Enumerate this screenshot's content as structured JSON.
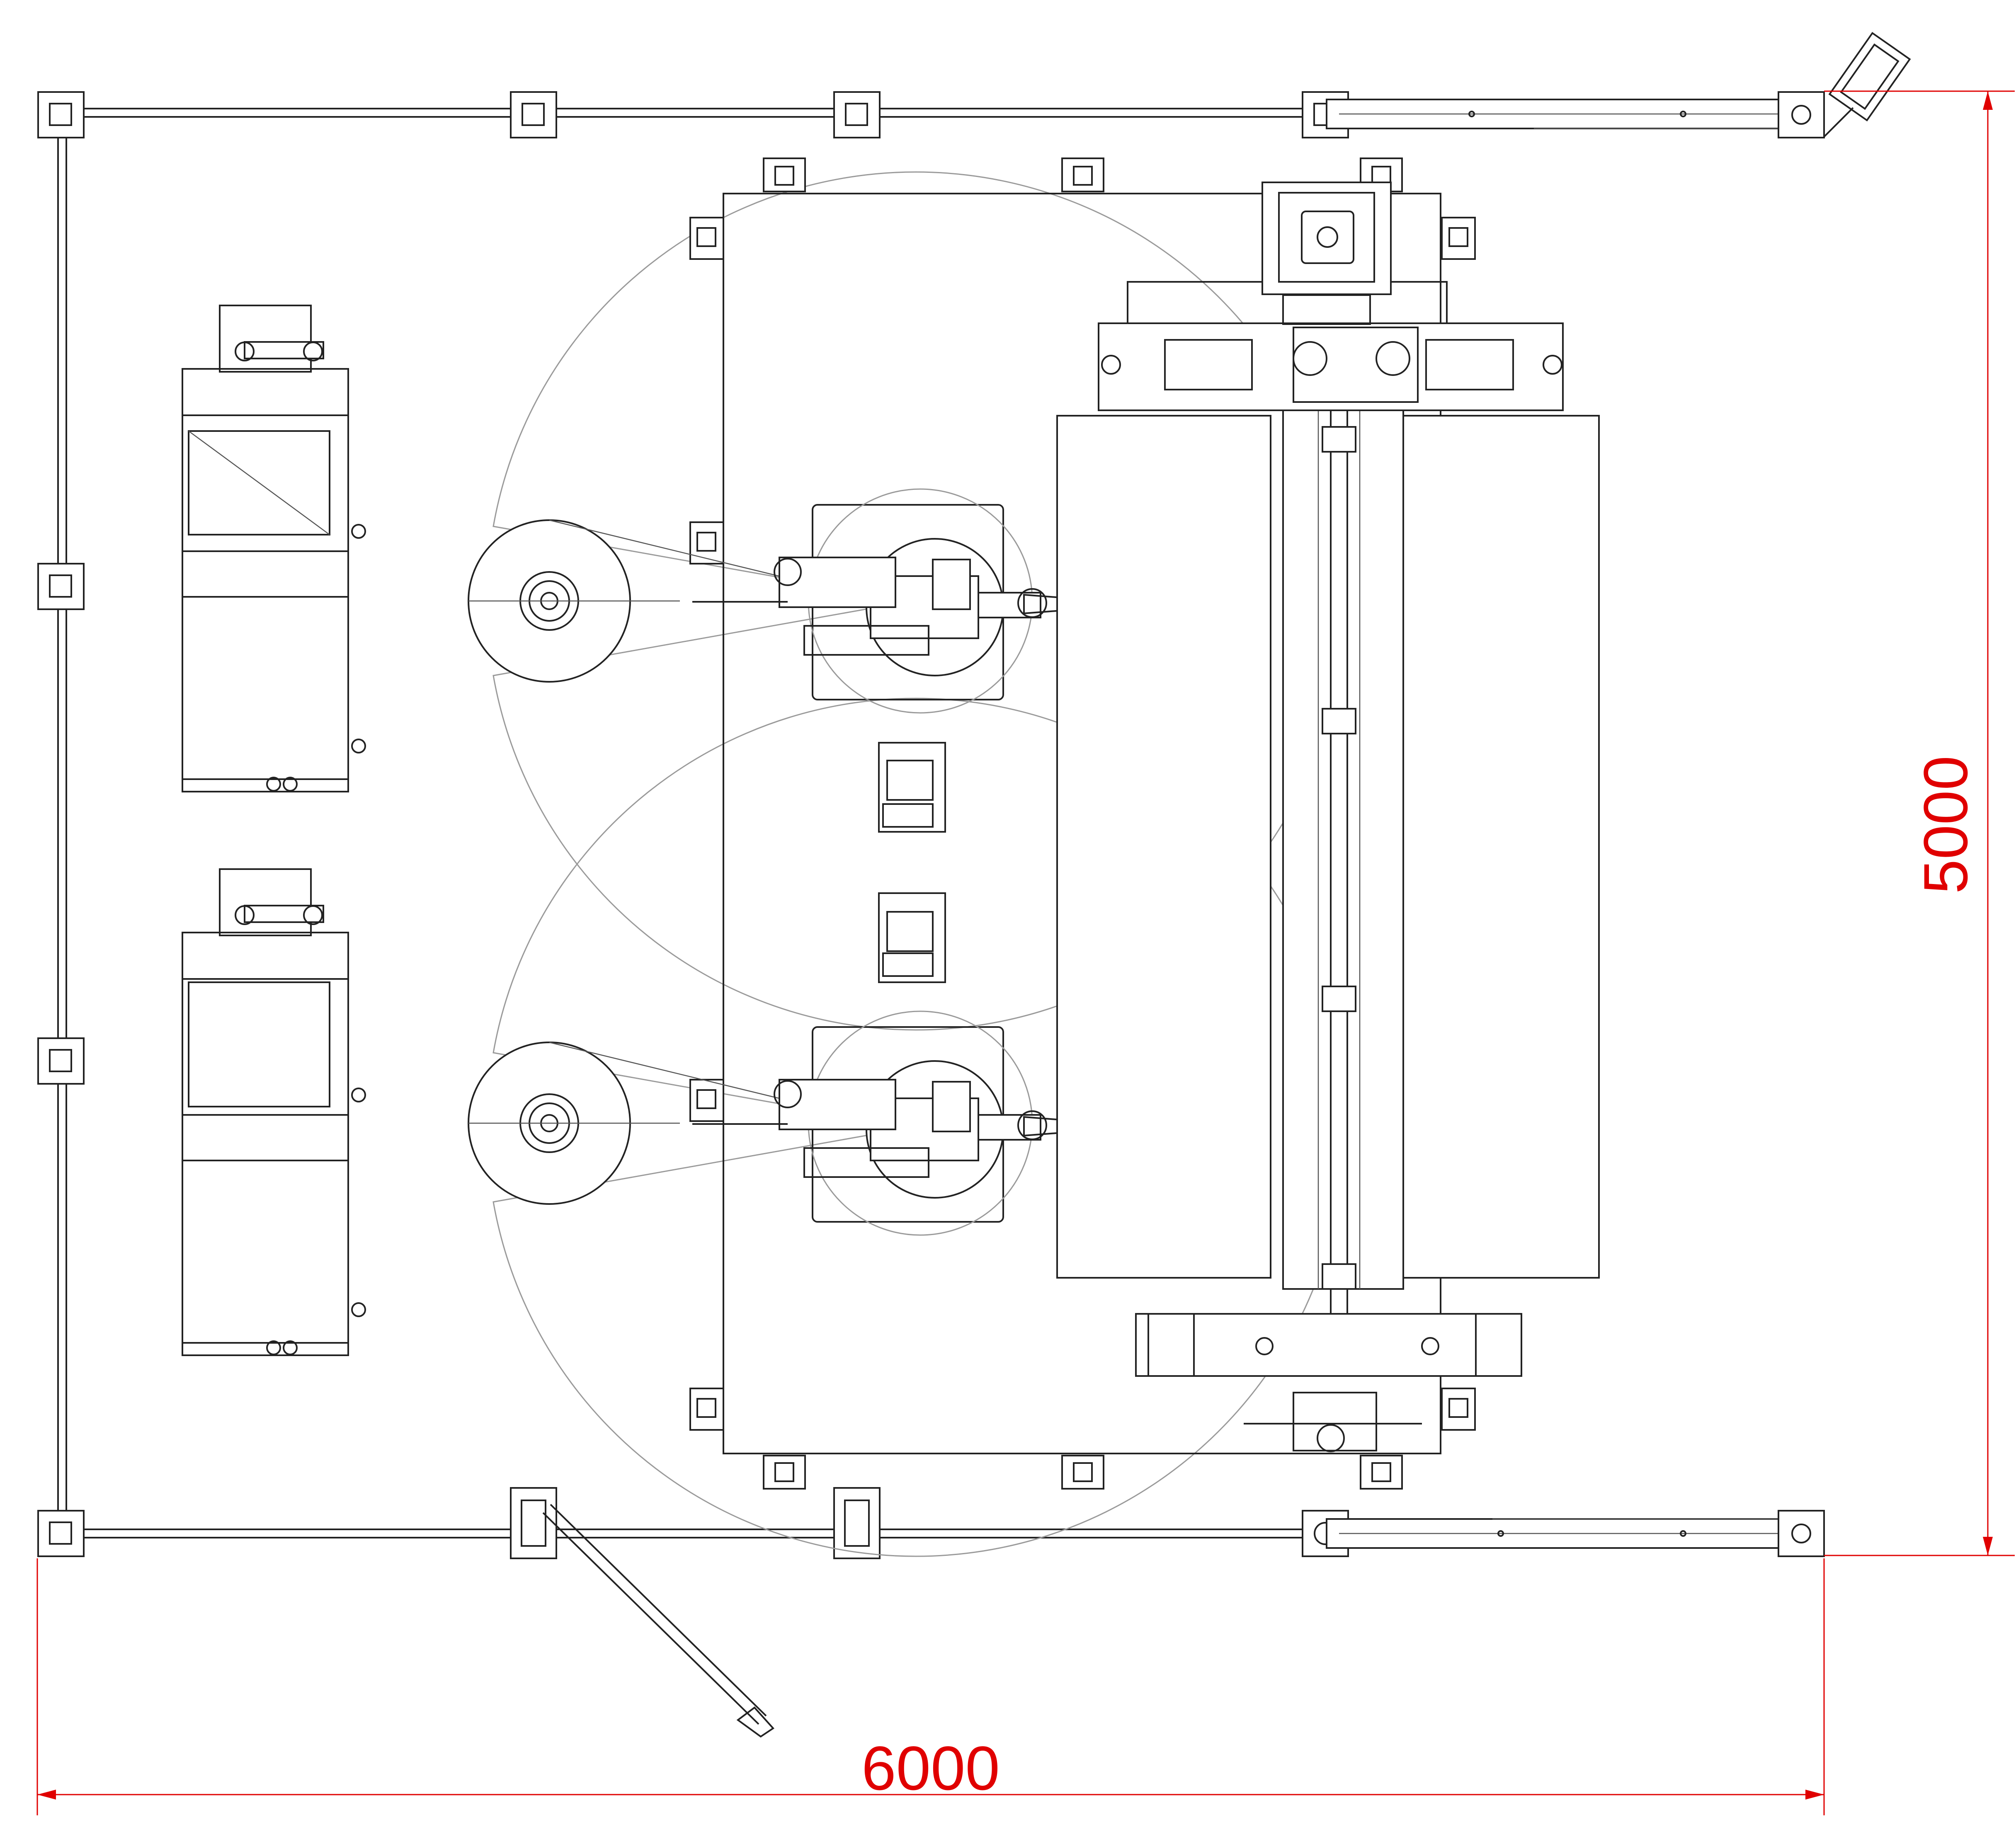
{
  "colors": {
    "dimension": "#e00000",
    "lines": "#222222",
    "reach": "#9a9a9a",
    "background": "#ffffff"
  },
  "dimensions": {
    "width_label": "6000",
    "height_label": "5000"
  },
  "components": {
    "fence": "safety-fence",
    "robots": [
      "robot-top",
      "robot-bottom"
    ],
    "welding_power_sources": [
      "power-source-top",
      "power-source-bottom"
    ],
    "wire_spools": [
      "wire-spool-top",
      "wire-spool-bottom"
    ],
    "positioner": "two-station-positioner",
    "doors": [
      "door-top-right",
      "door-bottom-right",
      "door-left-swing"
    ]
  }
}
